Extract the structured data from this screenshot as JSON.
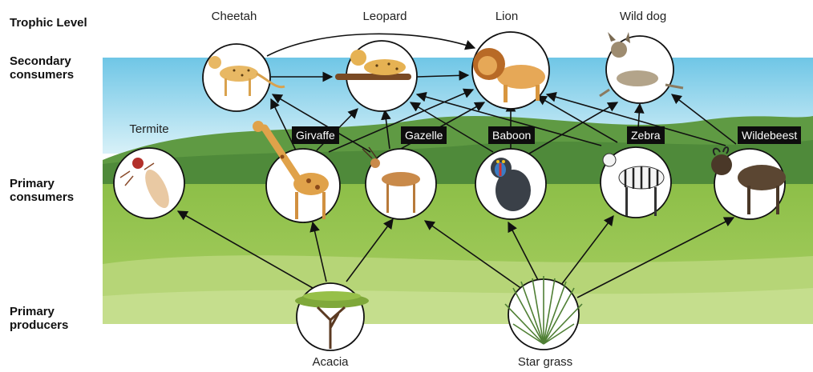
{
  "trophic_levels": {
    "header": "Trophic Level",
    "secondary": "Secondary\nconsumers",
    "primary": "Primary\nconsumers",
    "producers": "Primary\nproducers"
  },
  "organisms": {
    "cheetah": "Cheetah",
    "leopard": "Leopard",
    "lion": "Lion",
    "wild_dog": "Wild dog",
    "termite": "Termite",
    "giraffe": "Girvaffe",
    "gazelle": "Gazelle",
    "baboon": "Baboon",
    "zebra": "Zebra",
    "wildebeest": "Wildebeest",
    "acacia": "Acacia",
    "star_grass": "Star grass"
  },
  "colors": {
    "sky": "#8fd3ea",
    "hills": "#74a84e",
    "grass": "#93c24f",
    "arrow": "#111111"
  }
}
